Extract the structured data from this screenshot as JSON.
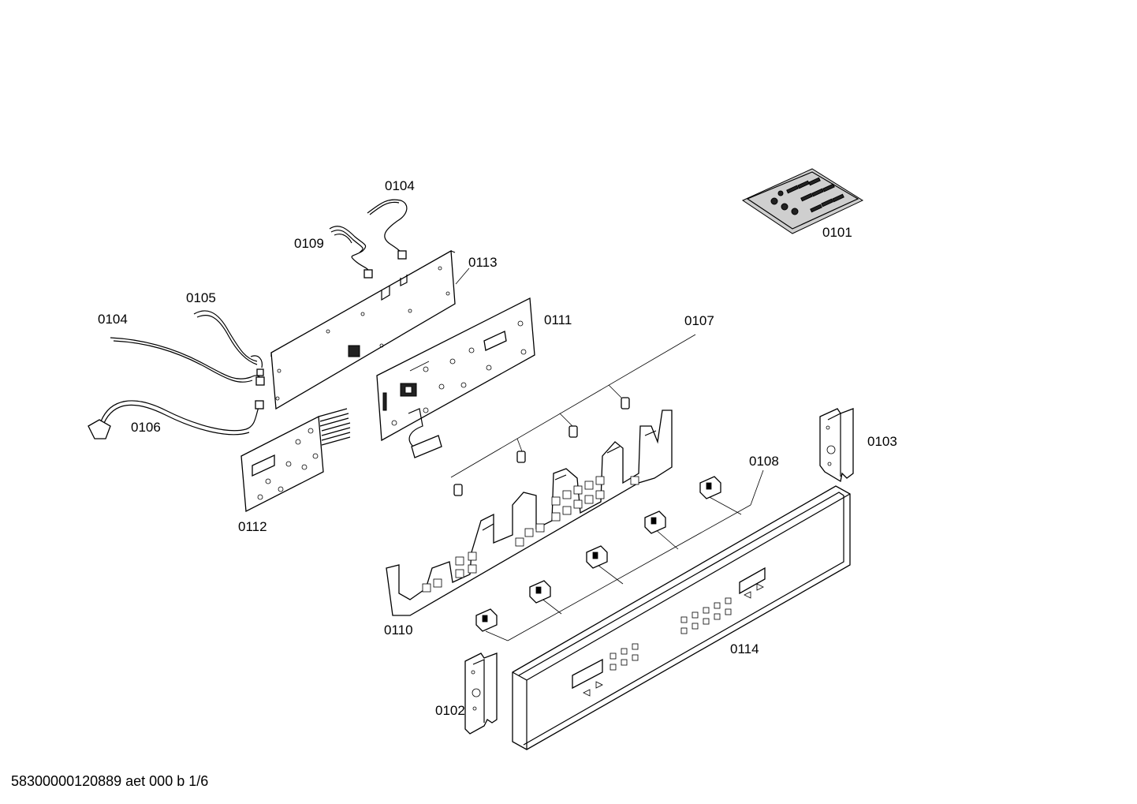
{
  "diagram": {
    "labels": {
      "p0101": "0101",
      "p0102": "0102",
      "p0103": "0103",
      "p0104a": "0104",
      "p0104b": "0104",
      "p0105": "0105",
      "p0106": "0106",
      "p0107": "0107",
      "p0108": "0108",
      "p0109": "0109",
      "p0110": "0110",
      "p0111": "0111",
      "p0112": "0112",
      "p0113": "0113",
      "p0114": "0114"
    },
    "footer_text": "58300000120889 aet 000 b 1/6"
  }
}
